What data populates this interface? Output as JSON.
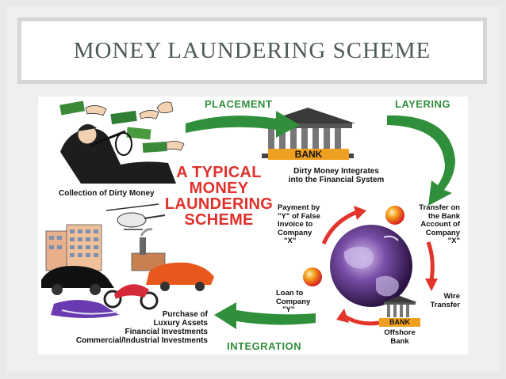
{
  "slide": {
    "title": "MONEY LAUNDERING SCHEME"
  },
  "diagram": {
    "headline": [
      "A TYPICAL",
      "MONEY",
      "LAUNDERING",
      "SCHEME"
    ],
    "stages": {
      "placement": "PLACEMENT",
      "layering": "LAYERING",
      "integration": "INTEGRATION"
    },
    "labels": {
      "collection": "Collection of Dirty Money",
      "bank_text": "BANK",
      "bank_caption": [
        "Dirty Money Integrates",
        "into the Financial System"
      ],
      "payment": [
        "Payment by",
        "\"Y\" of False",
        "Invoice to",
        "Company",
        "\"X\""
      ],
      "transfer": [
        "Transfer on",
        "the Bank",
        "Account of",
        "Company",
        "\"X\""
      ],
      "loan": [
        "Loan to",
        "Company",
        "\"Y\""
      ],
      "wire": [
        "Wire",
        "Transfer"
      ],
      "offshore_bank_text": "BANK",
      "offshore": [
        "Offshore",
        "Bank"
      ],
      "purchase": [
        "Purchase of",
        "Luxury Assets",
        "Financial Investments",
        "Commercial/Industrial Investments"
      ]
    },
    "colors": {
      "stage_green": "#2f8f3a",
      "headline_red": "#e0312a",
      "arrow_red": "#e3342a",
      "bank_orange": "#f0a020"
    },
    "icons": [
      "bank-icon",
      "offshore-bank-icon",
      "globe-icon",
      "money-hands-icon",
      "man-in-car-icon",
      "helicopter-icon",
      "buildings-icon",
      "sports-car-icon",
      "motorbike-icon",
      "jetski-icon",
      "orange-ball-icon"
    ]
  }
}
